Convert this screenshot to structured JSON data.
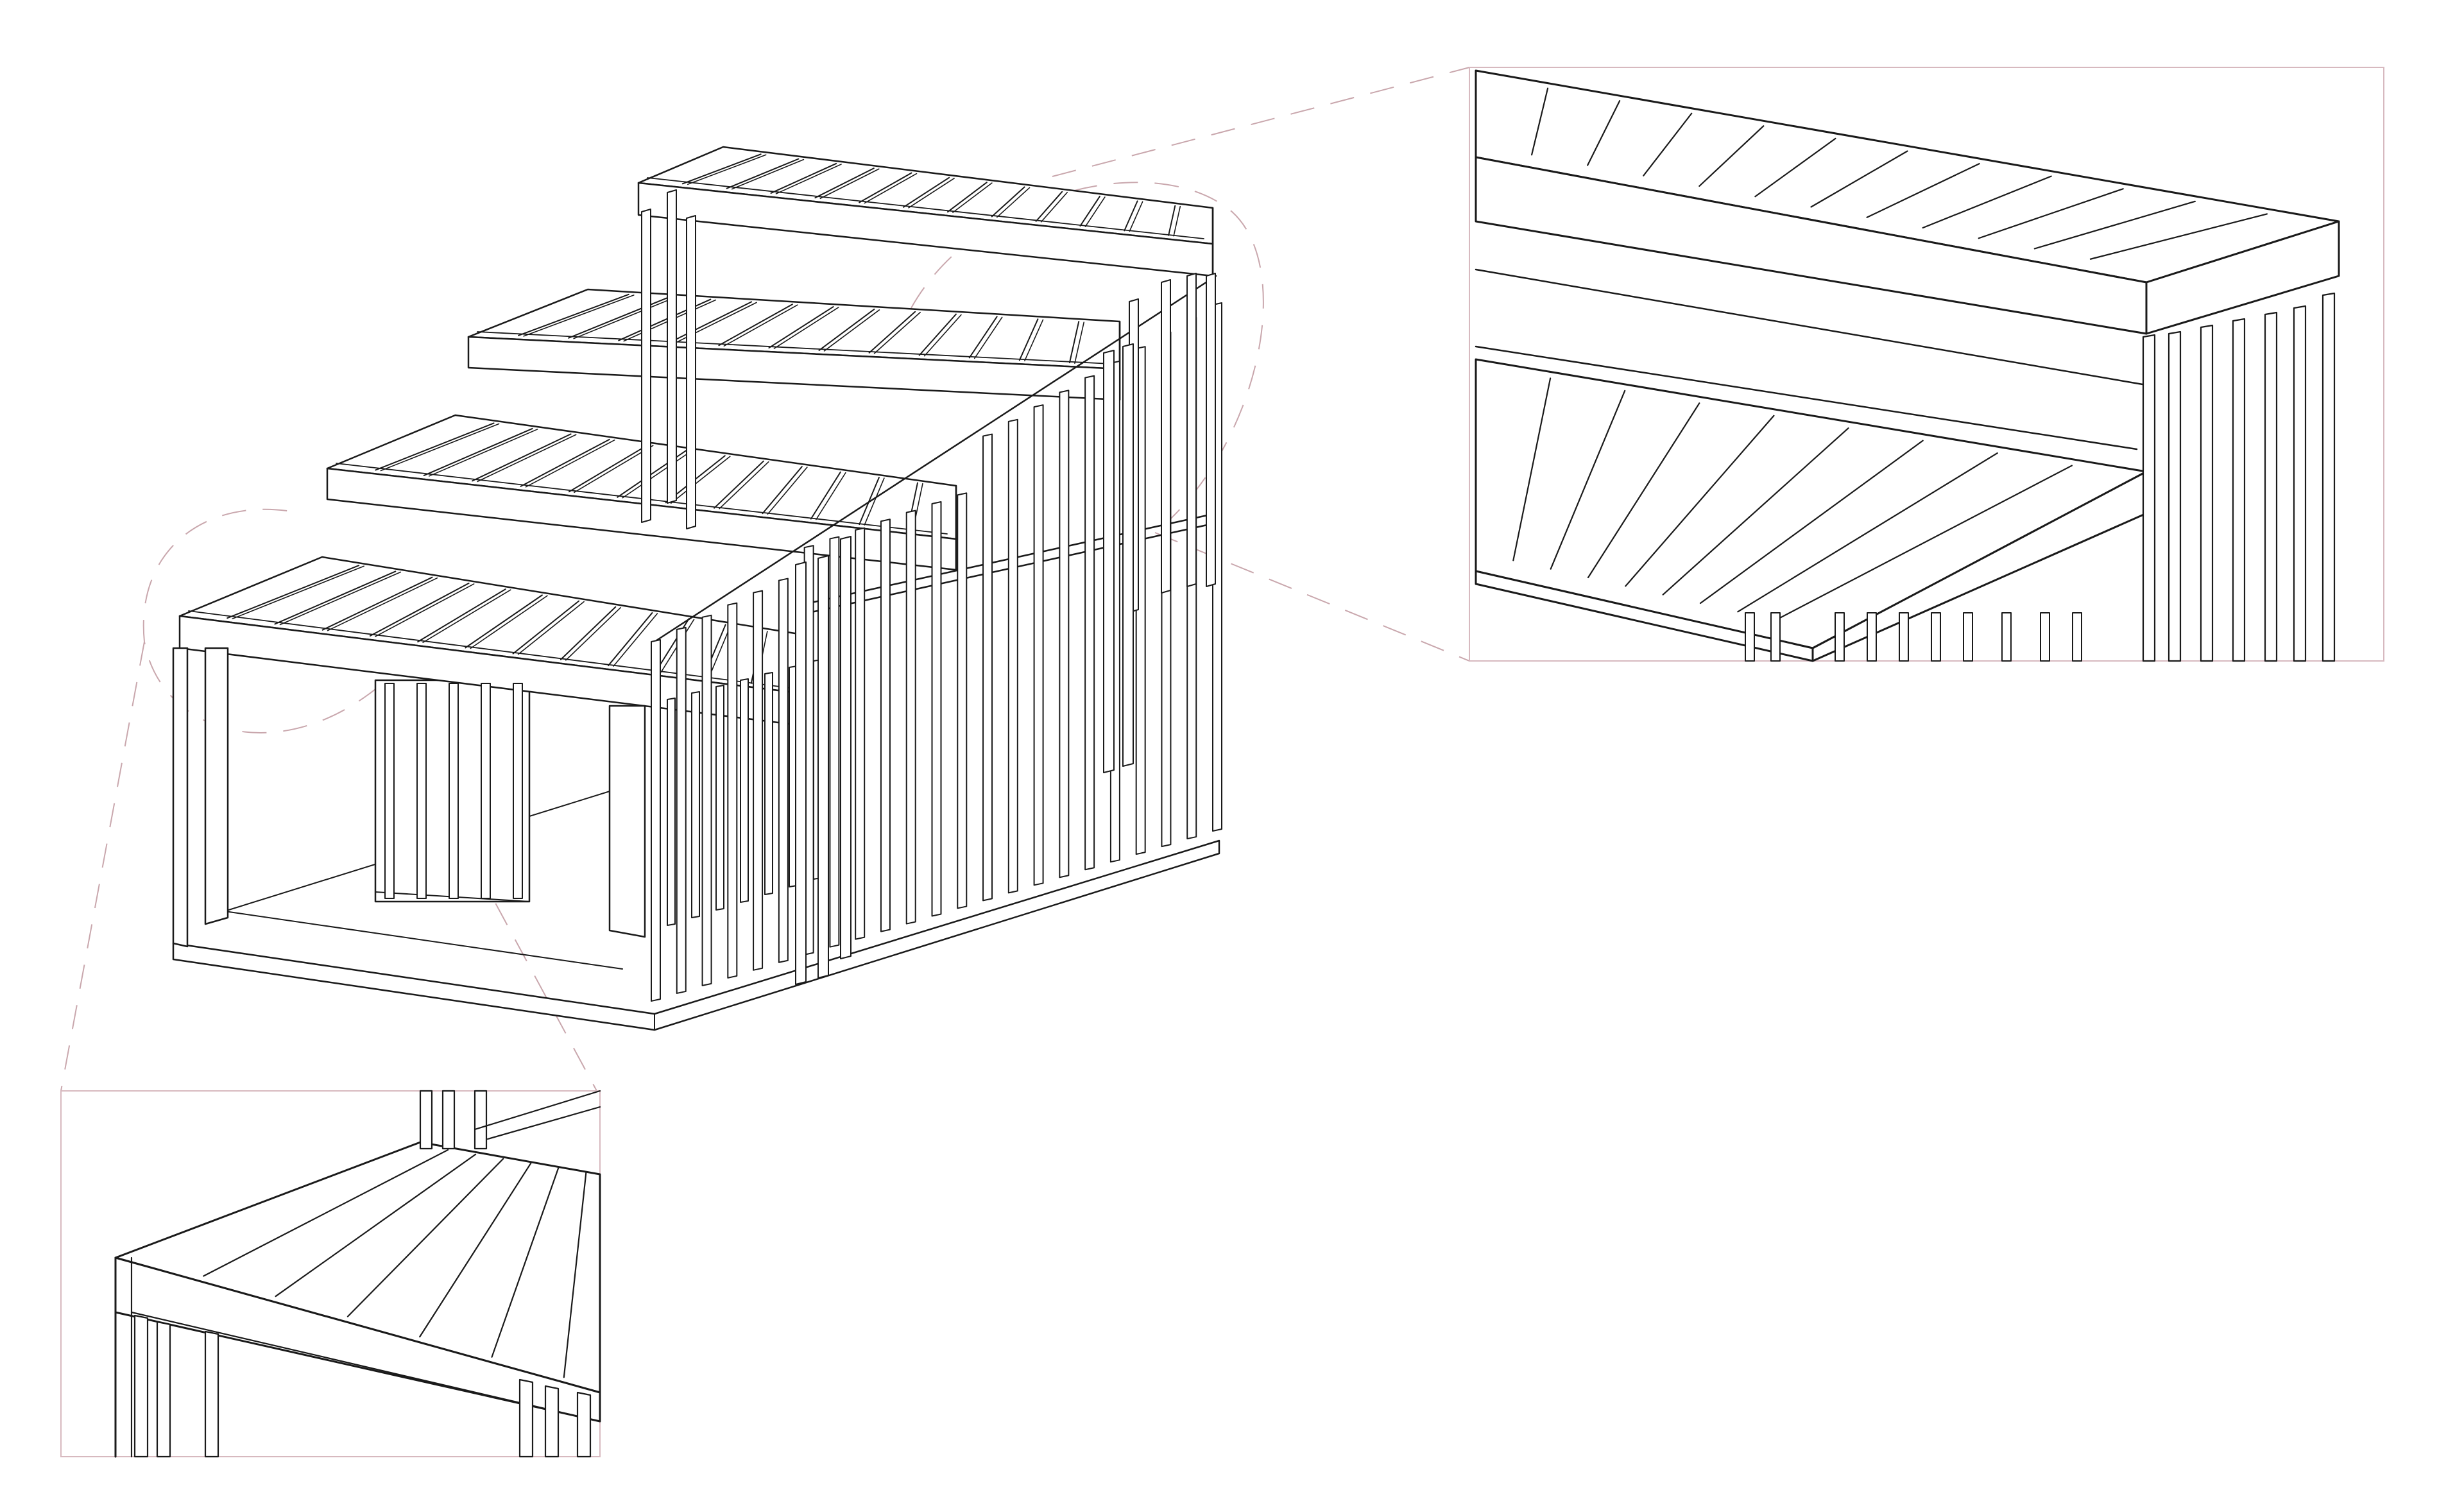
{
  "figure": {
    "kind": "isometric-timber-frame-axonometric",
    "colors": {
      "line": "#1a1a1a",
      "callout": "#c9a7ad",
      "detail_frame": "#d7b9bf",
      "background": "#ffffff"
    },
    "main_view": {
      "floor_platform_tiers": 4,
      "joists_per_tier": 12,
      "wall_studs_front": 22,
      "wall_studs_side": 7
    },
    "detail_views": [
      {
        "name": "upper-floor-edge-detail",
        "position": "top-right",
        "joists_shown": 11
      },
      {
        "name": "lower-floor-edge-detail",
        "position": "bottom-left",
        "joists_shown": 6
      }
    ]
  }
}
